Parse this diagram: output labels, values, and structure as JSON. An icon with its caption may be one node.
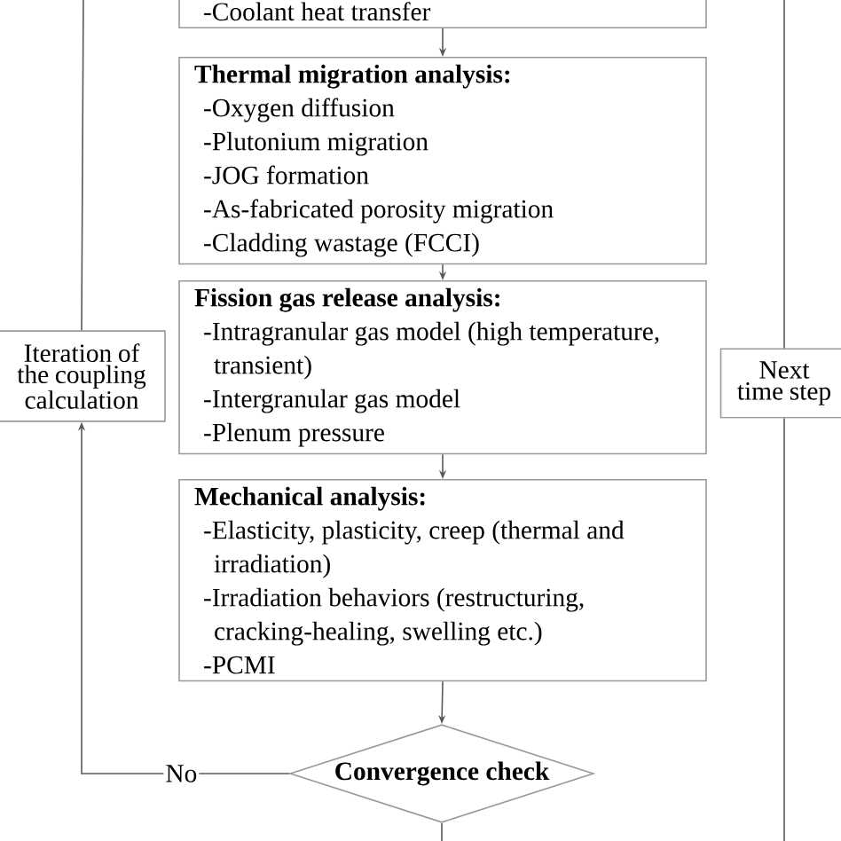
{
  "diagram": {
    "nodes": [
      {
        "text": [
          "-Coolant heat transfer"
        ]
      },
      {
        "text": [
          "Thermal migration analysis:",
          "-Oxygen diffusion",
          "-Plutonium migration",
          "-JOG formation",
          "-As-fabricated porosity migration",
          "-Cladding wastage (FCCI)"
        ]
      },
      {
        "text": [
          "Fission gas release analysis:",
          "-Intragranular gas model (high temperature, transient)",
          "-Intergranular gas model",
          "-Plenum pressure"
        ]
      },
      {
        "text": [
          "Mechanical analysis:",
          "-Elasticity, plasticity, creep (thermal and irradiation)",
          "-Irradiation behaviors (restructuring, cracking-healing, swelling etc.)",
          "-PCMI"
        ]
      },
      {
        "text": [
          "Convergence check"
        ]
      },
      {
        "text": [
          "Iteration of the coupling calculation"
        ]
      },
      {
        "text": [
          "Next time step"
        ]
      }
    ],
    "edges": [
      {
        "from": 0,
        "to": 1,
        "arrow": "to"
      },
      {
        "from": 1,
        "to": 2,
        "arrow": "to"
      },
      {
        "from": 2,
        "to": 3,
        "arrow": "to"
      },
      {
        "from": 3,
        "to": 4,
        "arrow": "to"
      },
      {
        "from": 4,
        "to": 5,
        "label": "No",
        "arrow": "to"
      },
      {
        "from": 5,
        "to": null,
        "arrow": "none"
      },
      {
        "from": null,
        "to": 6,
        "arrow": "none"
      },
      {
        "from": 6,
        "to": null,
        "arrow": "none"
      },
      {
        "from": 4,
        "to": null,
        "arrow": "none"
      }
    ]
  }
}
